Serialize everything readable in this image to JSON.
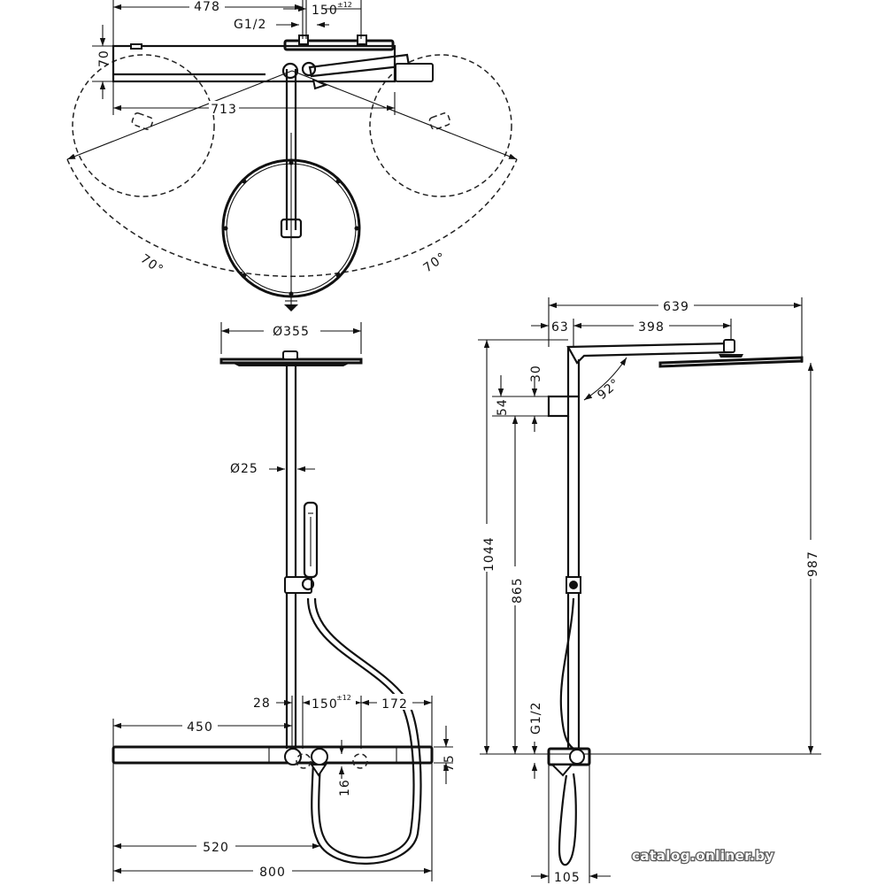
{
  "top_view": {
    "dim_width_left": "478",
    "dim_offset": "150",
    "dim_offset_tol": "±12",
    "thread": "G1/2",
    "dim_depth": "70",
    "dim_span": "713",
    "angle_left": "70°",
    "angle_right": "70°"
  },
  "front_view": {
    "head_diameter": "Ø355",
    "pipe_diameter": "Ø25",
    "dim_28": "28",
    "dim_offset": "150",
    "dim_offset_tol": "±12",
    "dim_172": "172",
    "dim_450": "450",
    "dim_75": "75",
    "dim_16": "16",
    "dim_520": "520",
    "dim_800": "800"
  },
  "side_view": {
    "dim_639": "639",
    "dim_63": "63",
    "dim_398": "398",
    "dim_30": "30",
    "dim_54": "54",
    "angle_92": "92°",
    "dim_1044": "1044",
    "dim_865": "865",
    "dim_987": "987",
    "thread": "G1/2",
    "dim_105": "105"
  },
  "watermark": "catalog.onliner.by"
}
